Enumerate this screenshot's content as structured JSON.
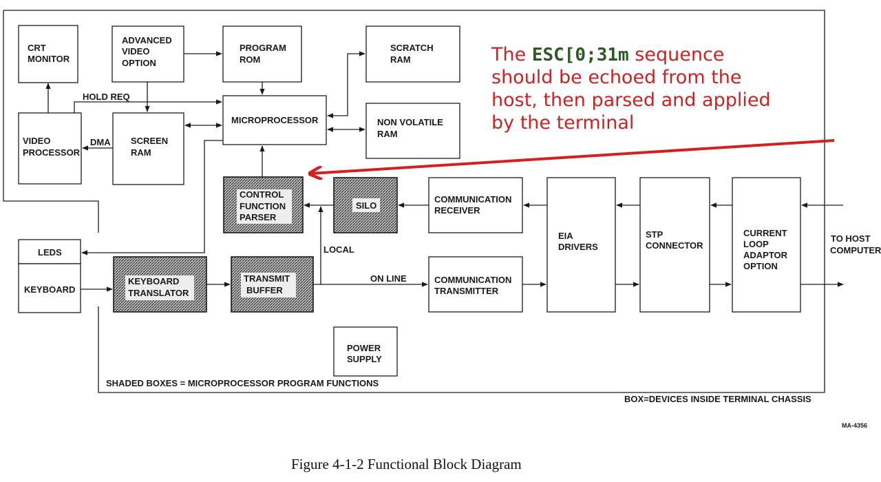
{
  "blocks": {
    "crt_monitor": [
      "CRT",
      "MONITOR"
    ],
    "advanced_video": [
      "ADVANCED",
      "VIDEO",
      "OPTION"
    ],
    "program_rom": [
      "PROGRAM",
      "ROM"
    ],
    "scratch_ram": [
      "SCRATCH",
      "RAM"
    ],
    "microprocessor": [
      "MICROPROCESSOR"
    ],
    "non_volatile_ram": [
      "NON VOLATILE",
      "RAM"
    ],
    "video_processor": [
      "VIDEO",
      "PROCESSOR"
    ],
    "screen_ram": [
      "SCREEN",
      "RAM"
    ],
    "control_function_parser": [
      "CONTROL",
      "FUNCTION",
      "PARSER"
    ],
    "silo": [
      "SILO"
    ],
    "comm_receiver": [
      "COMMUNICATION",
      "RECEIVER"
    ],
    "eia_drivers": [
      "EIA",
      "DRIVERS"
    ],
    "stp_connector": [
      "STP",
      "CONNECTOR"
    ],
    "current_loop": [
      "CURRENT",
      "LOOP",
      "ADAPTOR",
      "OPTION"
    ],
    "leds": [
      "LEDS"
    ],
    "keyboard": [
      "KEYBOARD"
    ],
    "keyboard_translator": [
      "KEYBOARD",
      "TRANSLATOR"
    ],
    "transmit_buffer": [
      "TRANSMIT",
      "BUFFER"
    ],
    "comm_transmitter": [
      "COMMUNICATION",
      "TRANSMITTER"
    ],
    "power_supply": [
      "POWER",
      "SUPPLY"
    ]
  },
  "signals": {
    "hold_req": "HOLD REQ",
    "dma": "DMA",
    "local": "LOCAL",
    "on_line": "ON LINE",
    "to_host": [
      "TO HOST",
      "COMPUTER"
    ]
  },
  "notes": {
    "shaded_legend": "SHADED BOXES = MICROPROCESSOR PROGRAM FUNCTIONS",
    "box_legend": "BOX=DEVICES INSIDE TERMINAL CHASSIS",
    "figure_id": "MA-4356",
    "caption": "Figure 4-1-2 Functional Block Diagram"
  },
  "annotation": {
    "line1_prefix": "The ",
    "code": "ESC[0;31m",
    "line1_suffix": " sequence",
    "line2": "should be echoed from the",
    "line3": "host, then parsed and applied",
    "line4": "by the terminal",
    "text_color": "#cc2222",
    "code_color": "#2b5a22",
    "arrow_color": "#d42020"
  }
}
